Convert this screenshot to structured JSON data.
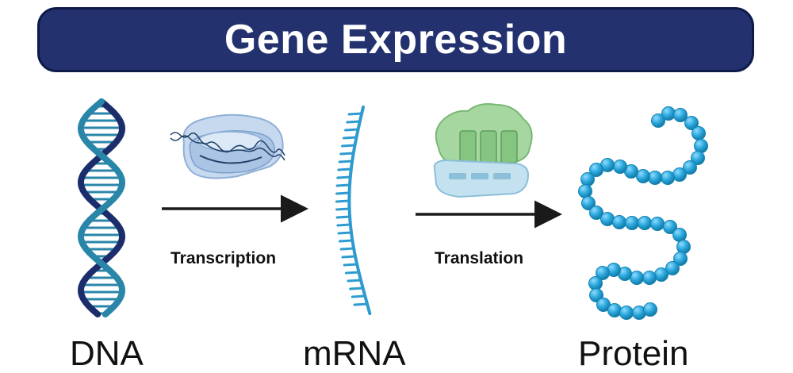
{
  "title": "Gene Expression",
  "steps": [
    {
      "molecule": "DNA"
    },
    {
      "process": "Transcription",
      "molecule": "mRNA"
    },
    {
      "process": "Translation",
      "molecule": "Protein"
    }
  ],
  "colors": {
    "title_bg": "#23316f",
    "dna_dark": "#1b2d6b",
    "dna_teal": "#2a86a8",
    "mrna": "#2e9bd0",
    "protein_bead": "#2aa7dc",
    "ribosome_green": "#8fcd8a",
    "ribosome_blue": "#bfe0ee",
    "polymerase": "#b8cfe8",
    "arrow": "#1a1a1a"
  },
  "icons": [
    "dna-helix-icon",
    "rna-polymerase-icon",
    "mrna-strand-icon",
    "ribosome-icon",
    "protein-chain-icon",
    "arrow-right-icon"
  ]
}
